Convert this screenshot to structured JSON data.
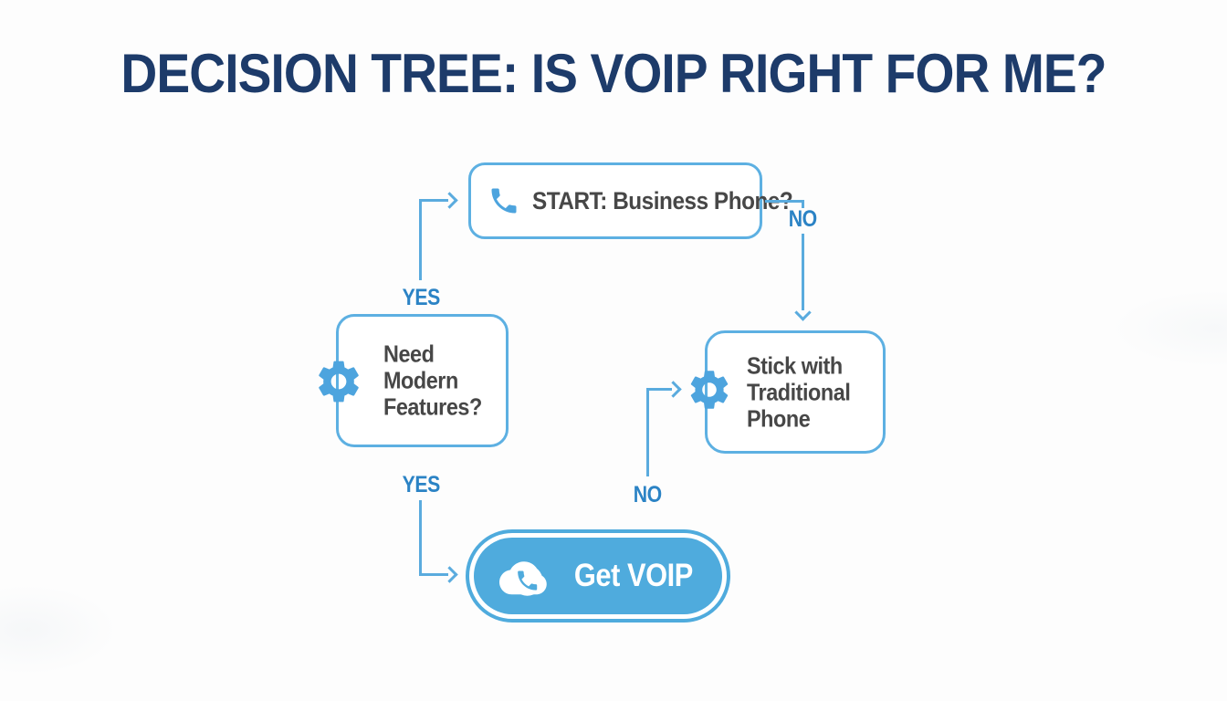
{
  "title": {
    "text": "DECISION TREE: IS VOIP RIGHT FOR ME?"
  },
  "nodes": {
    "start": {
      "label": "START: Business Phone?",
      "icon": "phone-icon"
    },
    "need_modern": {
      "line1": "Need",
      "line2": "Modern",
      "line3": "Features?",
      "icon": "gear-icon"
    },
    "traditional": {
      "line1": "Stick with",
      "line2": "Traditional",
      "line3": "Phone",
      "icon": "gear-icon"
    },
    "get_voip": {
      "label": "Get VOIP",
      "icon": "cloud-phone-icon"
    }
  },
  "edges": {
    "start_yes": {
      "label": "YES"
    },
    "start_no": {
      "label": "NO"
    },
    "features_yes": {
      "label": "YES"
    },
    "features_no": {
      "label": "NO"
    }
  },
  "colors": {
    "title": "#1d3b6a",
    "line": "#5aabde",
    "edge_label": "#2b83c5",
    "node_border": "#5db0e2",
    "node_text": "#474747",
    "button_fill": "#4fabdd",
    "button_text": "#ffffff",
    "icon": "#4da4de",
    "background": "#fdfdfd"
  }
}
